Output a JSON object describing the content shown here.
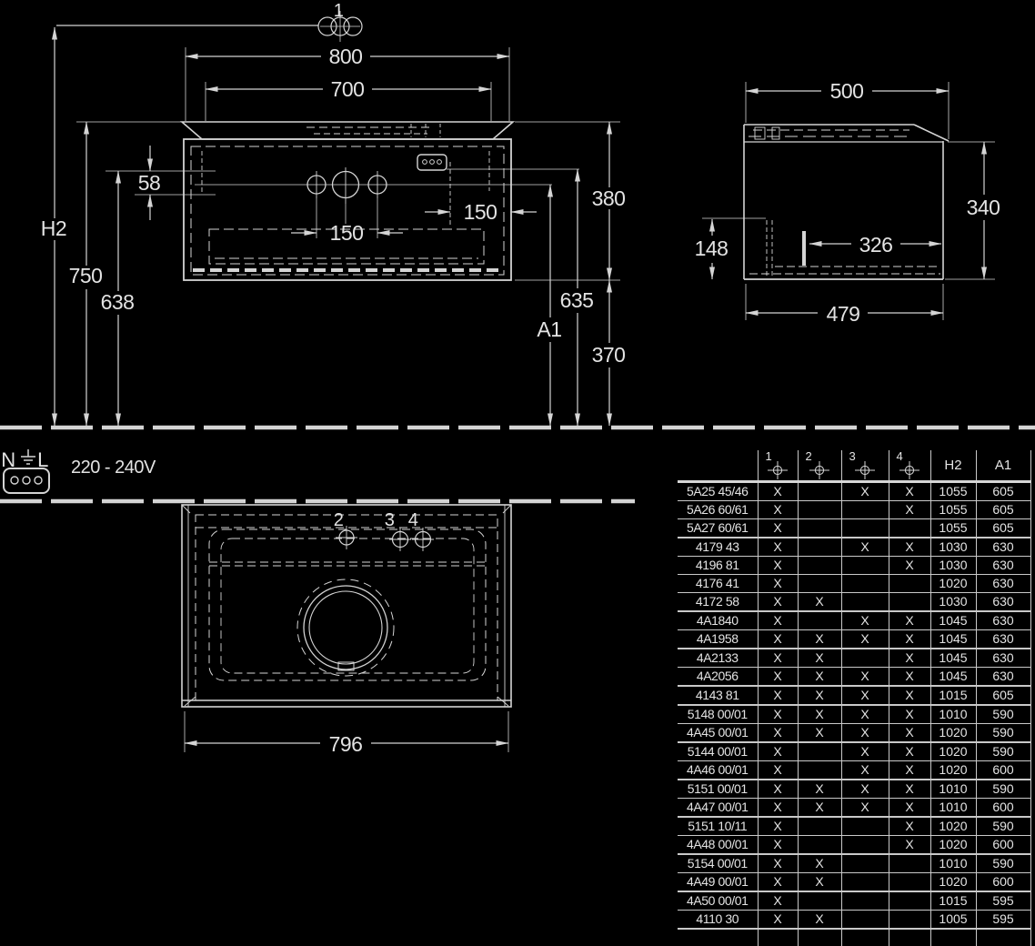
{
  "colors": {
    "background": "#000000",
    "line": "#d4d4d4",
    "text": "#e3e3e3"
  },
  "drawing": {
    "front_view": {
      "item": "1",
      "dim_800": "800",
      "dim_700": "700",
      "dim_58": "58",
      "dim_150_left": "150",
      "dim_150_right": "150",
      "dim_380": "380",
      "dim_635": "635",
      "dim_370": "370",
      "label_h2": "H2",
      "dim_750": "750",
      "dim_638": "638",
      "label_a1": "A1"
    },
    "side_view": {
      "dim_500": "500",
      "dim_340": "340",
      "dim_148": "148",
      "dim_326": "326",
      "dim_479": "479"
    },
    "plan_view": {
      "item_2": "2",
      "item_3": "3",
      "item_4": "4",
      "dim_796": "796"
    },
    "electrical": {
      "n": "N",
      "l": "L",
      "voltage": "220 - 240V"
    }
  },
  "table": {
    "hole_columns": [
      "1",
      "2",
      "3",
      "4"
    ],
    "h2_label": "H2",
    "a1_label": "A1",
    "rows": [
      {
        "model": "5A25 45/46",
        "holes": [
          "X",
          "",
          "X",
          "X"
        ],
        "h2": "1055",
        "a1": "605",
        "group_end": false
      },
      {
        "model": "5A26 60/61",
        "holes": [
          "X",
          "",
          "",
          "X"
        ],
        "h2": "1055",
        "a1": "605",
        "group_end": false
      },
      {
        "model": "5A27 60/61",
        "holes": [
          "X",
          "",
          "",
          ""
        ],
        "h2": "1055",
        "a1": "605",
        "group_end": true
      },
      {
        "model": "4179 43",
        "holes": [
          "X",
          "",
          "X",
          "X"
        ],
        "h2": "1030",
        "a1": "630",
        "group_end": false
      },
      {
        "model": "4196 81",
        "holes": [
          "X",
          "",
          "",
          "X"
        ],
        "h2": "1030",
        "a1": "630",
        "group_end": false
      },
      {
        "model": "4176 41",
        "holes": [
          "X",
          "",
          "",
          ""
        ],
        "h2": "1020",
        "a1": "630",
        "group_end": false
      },
      {
        "model": "4172 58",
        "holes": [
          "X",
          "X",
          "",
          ""
        ],
        "h2": "1030",
        "a1": "630",
        "group_end": true
      },
      {
        "model": "4A1840",
        "holes": [
          "X",
          "",
          "X",
          "X"
        ],
        "h2": "1045",
        "a1": "630",
        "group_end": false
      },
      {
        "model": "4A1958",
        "holes": [
          "X",
          "X",
          "X",
          "X"
        ],
        "h2": "1045",
        "a1": "630",
        "group_end": true
      },
      {
        "model": "4A2133",
        "holes": [
          "X",
          "X",
          "",
          "X"
        ],
        "h2": "1045",
        "a1": "630",
        "group_end": false
      },
      {
        "model": "4A2056",
        "holes": [
          "X",
          "X",
          "X",
          "X"
        ],
        "h2": "1045",
        "a1": "630",
        "group_end": true
      },
      {
        "model": "4143 81",
        "holes": [
          "X",
          "X",
          "X",
          "X"
        ],
        "h2": "1015",
        "a1": "605",
        "group_end": true
      },
      {
        "model": "5148 00/01",
        "holes": [
          "X",
          "X",
          "X",
          "X"
        ],
        "h2": "1010",
        "a1": "590",
        "group_end": false
      },
      {
        "model": "4A45 00/01",
        "holes": [
          "X",
          "X",
          "X",
          "X"
        ],
        "h2": "1020",
        "a1": "590",
        "group_end": true
      },
      {
        "model": "5144 00/01",
        "holes": [
          "X",
          "",
          "X",
          "X"
        ],
        "h2": "1020",
        "a1": "590",
        "group_end": false
      },
      {
        "model": "4A46 00/01",
        "holes": [
          "X",
          "",
          "X",
          "X"
        ],
        "h2": "1020",
        "a1": "600",
        "group_end": true
      },
      {
        "model": "5151 00/01",
        "holes": [
          "X",
          "X",
          "X",
          "X"
        ],
        "h2": "1010",
        "a1": "590",
        "group_end": false
      },
      {
        "model": "4A47 00/01",
        "holes": [
          "X",
          "X",
          "X",
          "X"
        ],
        "h2": "1010",
        "a1": "600",
        "group_end": true
      },
      {
        "model": "5151 10/11",
        "holes": [
          "X",
          "",
          "",
          "X"
        ],
        "h2": "1020",
        "a1": "590",
        "group_end": false
      },
      {
        "model": "4A48 00/01",
        "holes": [
          "X",
          "",
          "",
          "X"
        ],
        "h2": "1020",
        "a1": "600",
        "group_end": true
      },
      {
        "model": "5154 00/01",
        "holes": [
          "X",
          "X",
          "",
          ""
        ],
        "h2": "1010",
        "a1": "590",
        "group_end": false
      },
      {
        "model": "4A49 00/01",
        "holes": [
          "X",
          "X",
          "",
          ""
        ],
        "h2": "1020",
        "a1": "600",
        "group_end": true
      },
      {
        "model": "4A50 00/01",
        "holes": [
          "X",
          "",
          "",
          ""
        ],
        "h2": "1015",
        "a1": "595",
        "group_end": false
      },
      {
        "model": "4110 30",
        "holes": [
          "X",
          "X",
          "",
          ""
        ],
        "h2": "1005",
        "a1": "595",
        "group_end": true
      },
      {
        "model": "",
        "holes": [
          "",
          "",
          "",
          ""
        ],
        "h2": "",
        "a1": "",
        "group_end": false
      }
    ]
  }
}
